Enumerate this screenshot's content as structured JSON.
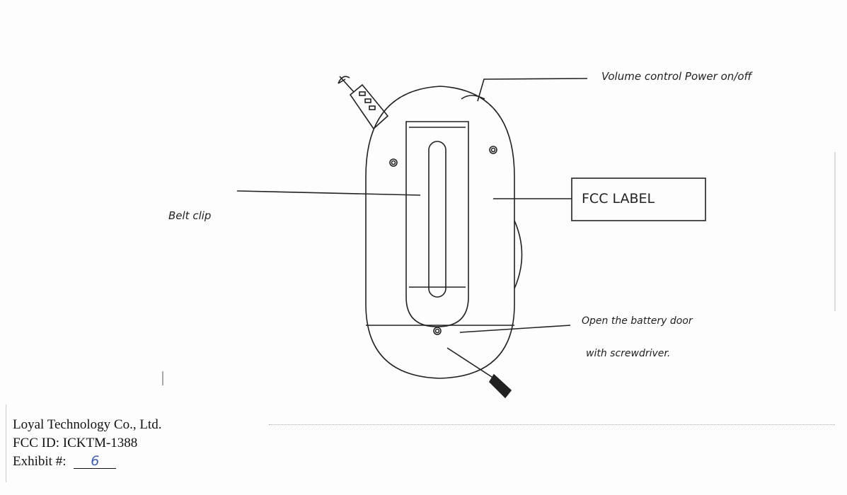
{
  "labels": {
    "volume": "Volume control Power on/off",
    "fcc_label": "FCC LABEL",
    "belt_clip": "Belt clip",
    "battery_line1": "Open the battery door",
    "battery_line2": "with screwdriver."
  },
  "footer": {
    "company": "Loyal Technology Co., Ltd.",
    "fcc_id": "FCC ID:  ICKTM-1388",
    "exhibit_label": "Exhibit #:",
    "exhibit_value": "6"
  }
}
